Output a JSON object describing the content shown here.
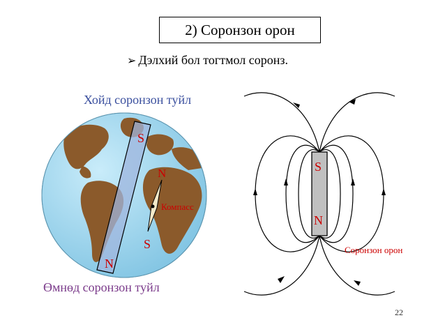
{
  "slide": {
    "title": "2) Соронзон орон",
    "bullet": "Дэлхий бол тогтмол соронз.",
    "north_pole_label": "Хойд соронзон туйл",
    "south_pole_label": "Өмнөд соронзон туйл",
    "page_number": "22"
  },
  "globe": {
    "bar_top_label": "S",
    "bar_bottom_label": "N",
    "compass_label": "Компасс",
    "compass_north": "N",
    "compass_south": "S"
  },
  "magnet": {
    "top_label": "S",
    "bottom_label": "N",
    "field_label": "Соронзон орон"
  },
  "colors": {
    "ocean": "#a9d8ee",
    "land": "#8b5a2b",
    "magnet_fill": "#c0c0c0",
    "pole_text": "#cc0000"
  }
}
